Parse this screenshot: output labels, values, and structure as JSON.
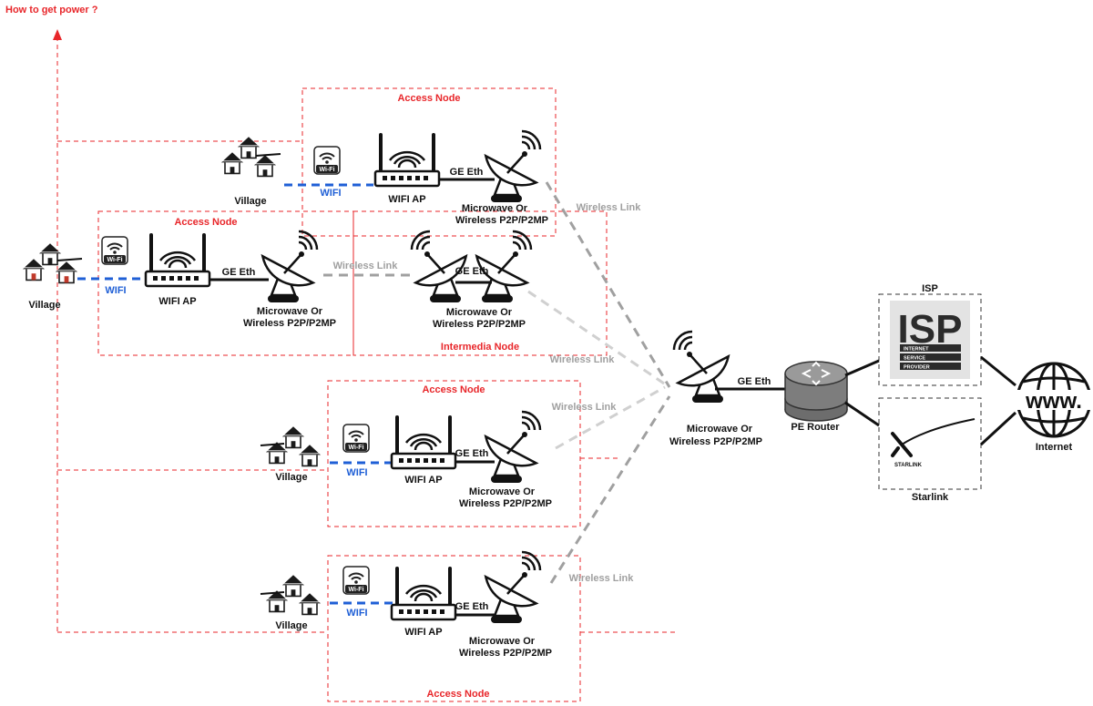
{
  "title": "How to get power ?",
  "villages": [
    "Village",
    "Village",
    "Village",
    "Village"
  ],
  "wifi_badge": "Wi-Fi",
  "wifi_label": "WIFI",
  "wifi_ap_label": "WIFI AP",
  "ge_eth_label": "GE Eth",
  "microwave_label_line1": "Microwave Or",
  "microwave_label_line2": "Wireless P2P/P2MP",
  "wireless_link_label": "Wireless Link",
  "access_node_label": "Access Node",
  "intermedia_node_label": "Intermedia Node",
  "pe_router_label": "PE Router",
  "isp_group_label": "ISP",
  "isp_logo": {
    "big": "ISP",
    "lines": [
      "INTERNET",
      "SERVICE",
      "PROVIDER"
    ]
  },
  "starlink_group_label": "Starlink",
  "starlink_logo_text": "STARLINK",
  "internet_label": "Internet",
  "globe_text": "www.",
  "colors": {
    "boundary": "#e8262a",
    "wifi_link": "#1f5fd6",
    "wireless_link": "#a0a0a0",
    "wired": "#111111"
  }
}
